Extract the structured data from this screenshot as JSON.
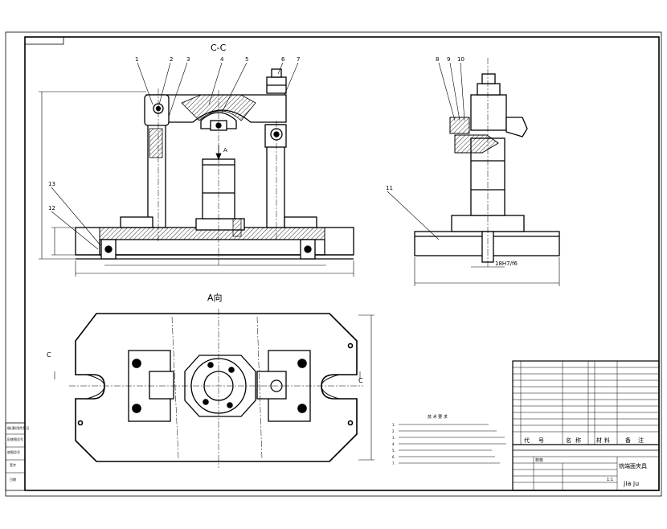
{
  "view_labels": {
    "section_cc": "C-C",
    "view_a": "A向",
    "view_arrow_a": "A",
    "section_mark_c": "C"
  },
  "part_numbers": [
    "1",
    "2",
    "3",
    "4",
    "5",
    "6",
    "7",
    "8",
    "9",
    "10",
    "11",
    "12",
    "13"
  ],
  "dimensions": {
    "fit_label": "18H7/f6"
  },
  "tech_requirements": {
    "title": "技 术 要 求",
    "items": [
      "1.",
      "2.",
      "3.",
      "4.",
      "5.",
      "6.",
      "7."
    ]
  },
  "title_block": {
    "header_cols": [
      "代",
      "号",
      "名",
      "称",
      "材",
      "料",
      "备",
      "注"
    ],
    "drawing_title": "铣端面夹具",
    "drawing_no": "jia ju",
    "sign_label": "校核",
    "scale_row": "1:1"
  },
  "left_strip": {
    "labels": [
      "借(通)用件登记",
      "旧底图总号",
      "底图总号",
      "签字",
      "日期"
    ]
  }
}
